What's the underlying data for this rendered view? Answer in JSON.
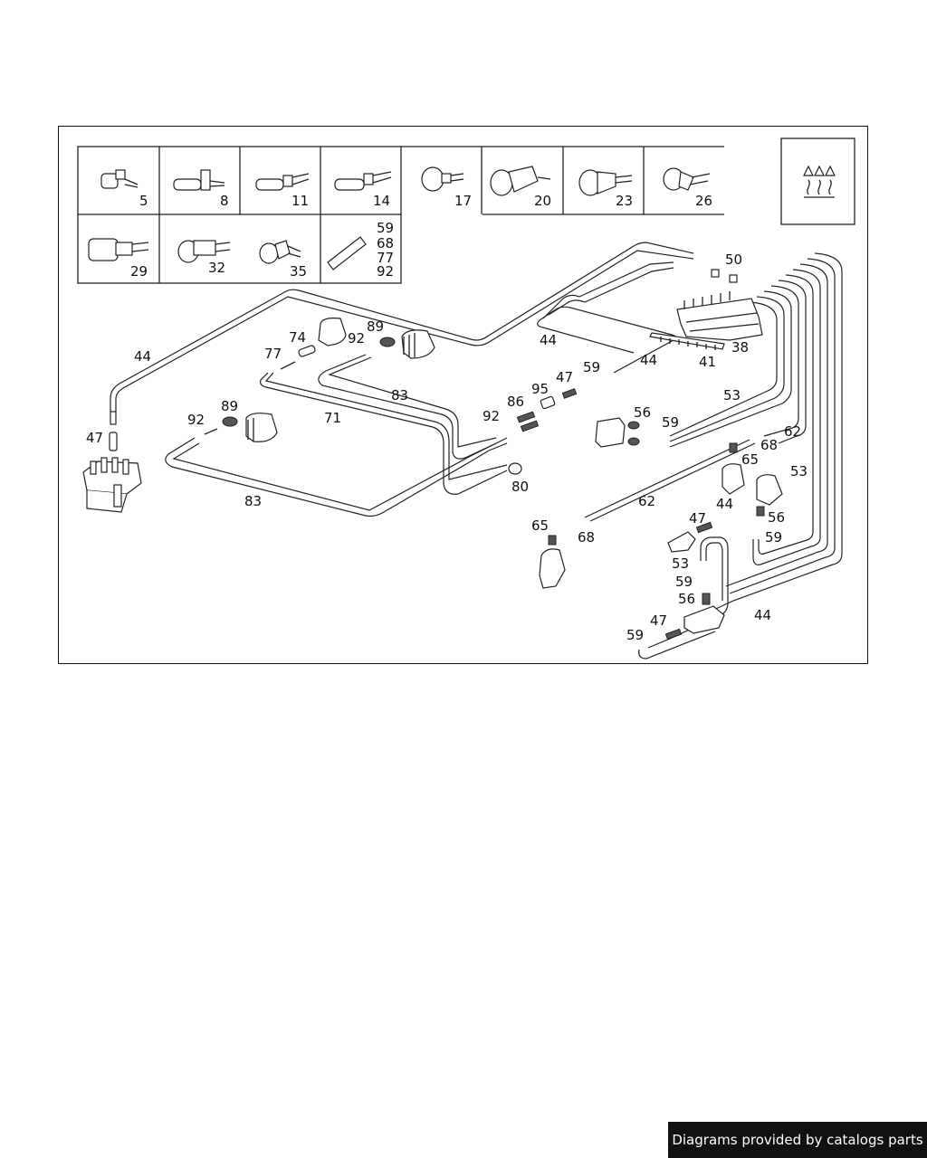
{
  "footer": {
    "text": "Diagrams provided by catalogs parts"
  },
  "legend": {
    "row1": [
      "5",
      "8",
      "11",
      "14",
      "17",
      "20",
      "23",
      "26"
    ],
    "row2": [
      "29",
      "32",
      "35"
    ],
    "multi": [
      "59",
      "68",
      "77",
      "92"
    ]
  },
  "callouts": {
    "c44a": "44",
    "c47a": "47",
    "c77": "77",
    "c74": "74",
    "c89a": "89",
    "c92a": "92",
    "c83a": "83",
    "c71": "71",
    "c92b": "92",
    "c89b": "89",
    "c83b": "83",
    "c44b": "44",
    "c44c": "44",
    "c50": "50",
    "c38": "38",
    "c41": "41",
    "c59a": "59",
    "c47b": "47",
    "c95": "95",
    "c86": "86",
    "c92c": "92",
    "c80": "80",
    "c56a": "56",
    "c59b": "59",
    "c53a": "53",
    "c62a": "62",
    "c68a": "68",
    "c65a": "65",
    "c53b": "53",
    "c62b": "62",
    "c44d": "44",
    "c56b": "56",
    "c59c": "59",
    "c65b": "65",
    "c68b": "68",
    "c47c": "47",
    "c53c": "53",
    "c59d": "59",
    "c56c": "56",
    "c47d": "47",
    "c59e": "59",
    "c44e": "44"
  },
  "colors": {
    "line": "#222222",
    "footer_bg": "#111111",
    "footer_text": "#ffffff"
  }
}
